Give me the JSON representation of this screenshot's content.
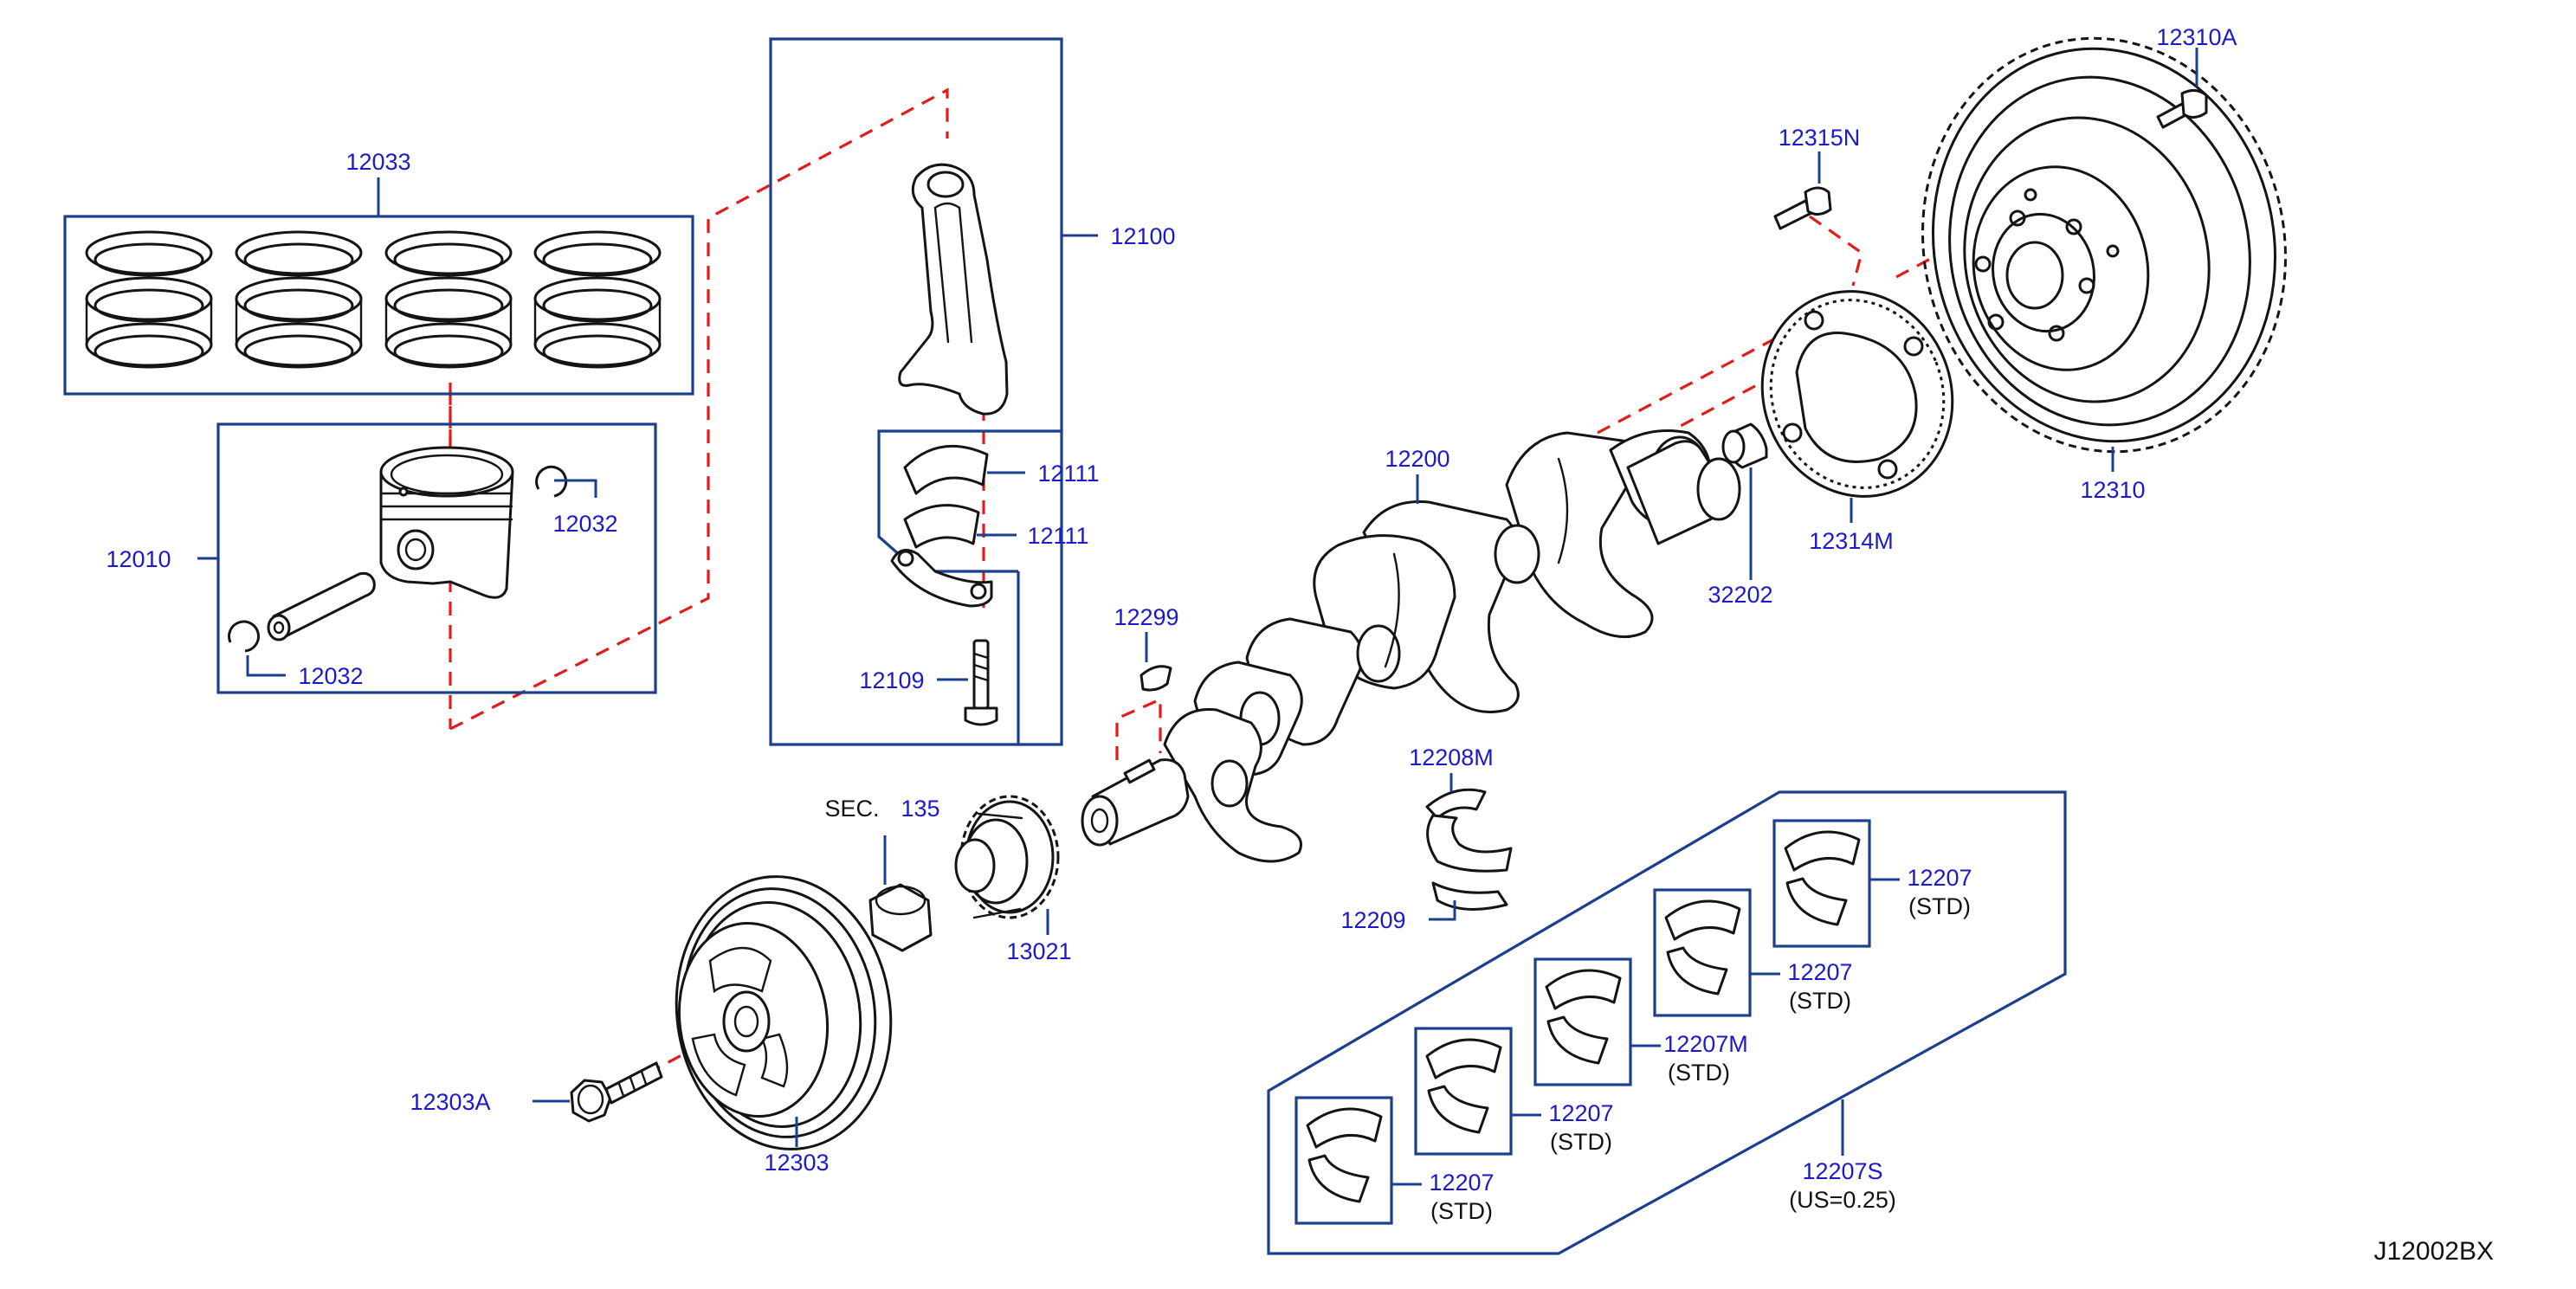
{
  "colors": {
    "part_number": "#1a1acc",
    "frame": "#1a3f8f",
    "alignment_dash": "#e31b1b",
    "drawing": "#141414",
    "background": "#ffffff"
  },
  "diagram_id": "J12002BX",
  "callouts": {
    "piston_ring_set": "12033",
    "piston": "12010",
    "snap_ring_top": "12032",
    "snap_ring_bottom": "12032",
    "connecting_rod": "12100",
    "rod_bearing_upper": "12111",
    "rod_bearing_lower": "12111",
    "rod_bolt": "12109",
    "crank_key": "12299",
    "crankshaft": "12200",
    "pilot_bushing": "32202",
    "signal_plate": "12314M",
    "flywheel": "12310",
    "flywheel_bolt": "12310A",
    "signal_plate_bolt": "12315N",
    "thrust_washer_upper": "12208M",
    "thrust_washer_lower": "12209",
    "section_prefix": "SEC.",
    "section_number": "135",
    "sprocket": "13021",
    "pulley": "12303",
    "pulley_bolt": "12303A",
    "bearing_set": "12207S",
    "bearing_set_note": "(US=0.25)"
  },
  "main_bearings": [
    {
      "number": "12207",
      "note": "(STD)"
    },
    {
      "number": "12207",
      "note": "(STD)"
    },
    {
      "number": "12207M",
      "note": "(STD)"
    },
    {
      "number": "12207",
      "note": "(STD)"
    },
    {
      "number": "12207",
      "note": "(STD)"
    }
  ]
}
